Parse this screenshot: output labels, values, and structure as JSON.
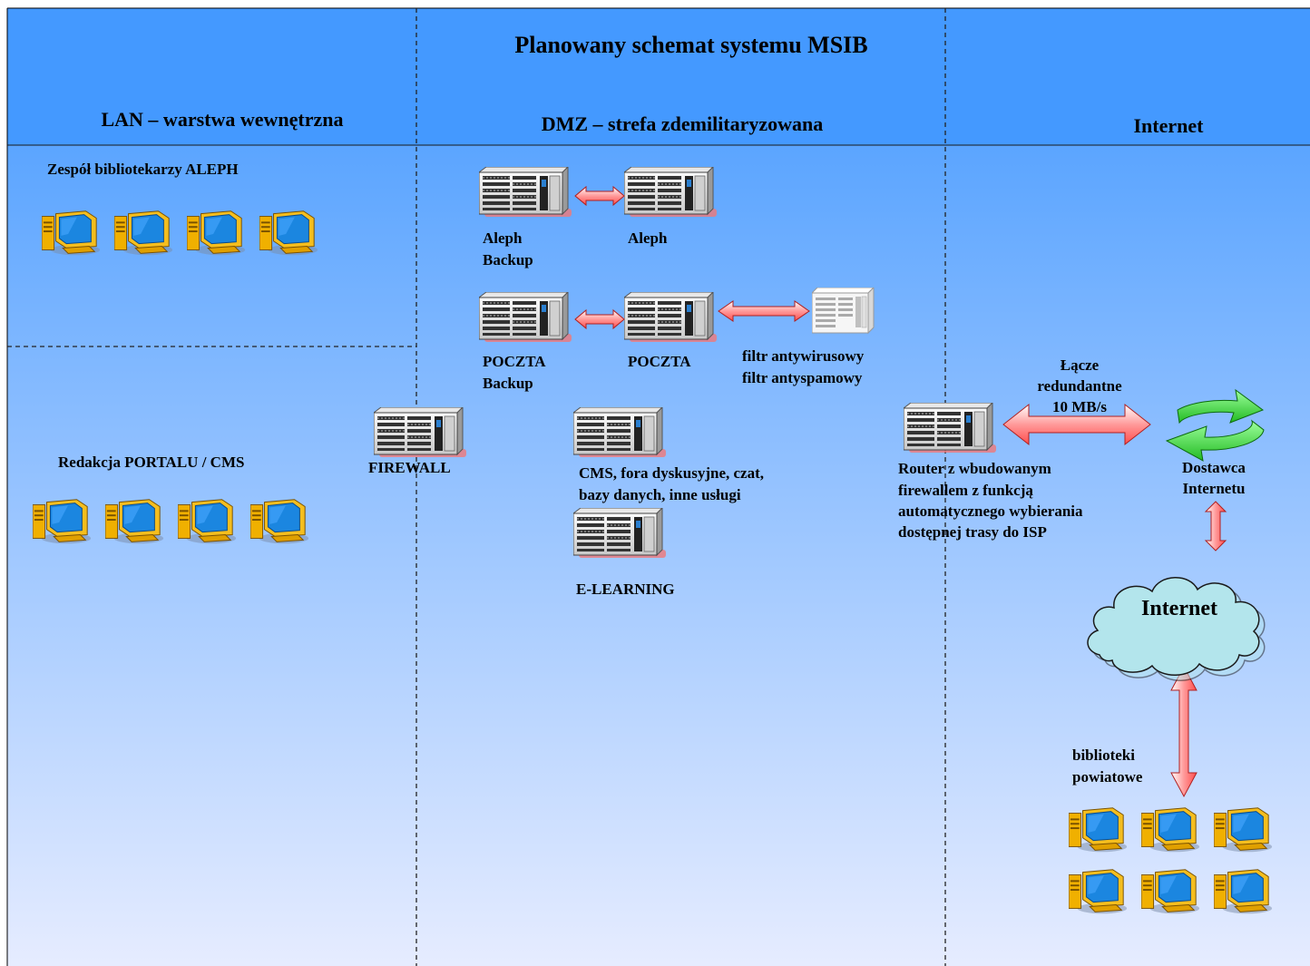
{
  "diagram": {
    "title": "Planowany schemat systemu MSIB",
    "columns": {
      "lan": "LAN – warstwa wewnętrzna",
      "dmz": "DMZ – strefa zdemilitaryzowana",
      "internet": "Internet"
    },
    "groups": {
      "aleph_team": "Zespół bibliotekarzy ALEPH",
      "portal_team": "Redakcja PORTALU / CMS",
      "county_libraries": [
        "biblioteki",
        "powiatowe"
      ]
    },
    "servers": {
      "aleph_backup": [
        "Aleph",
        "Backup"
      ],
      "aleph": "Aleph",
      "poczta_backup": [
        "POCZTA",
        "Backup"
      ],
      "poczta": "POCZTA",
      "filter": [
        "filtr antywirusowy",
        "filtr antyspamowy"
      ],
      "firewall": "FIREWALL",
      "cms": [
        "CMS, fora dyskusyjne, czat,",
        "bazy danych, inne usługi"
      ],
      "elearning": "E-LEARNING",
      "router": [
        "Router z wbudowanym",
        "firewallem z funkcją",
        "automatycznego wybierania",
        "dostępnej trasy do ISP"
      ]
    },
    "link": [
      "Łącze",
      "redundantne",
      "10 MB/s"
    ],
    "isp": [
      "Dostawca",
      "Internetu"
    ],
    "cloud": "Internet"
  },
  "colors": {
    "header_blue": "#4499ff",
    "gradient_bottom": "#e6ecff",
    "arrow_red": "#ff6a6a",
    "isp_green": "#33dd33",
    "cloud_fill": "#b3e5ec",
    "pc_yellow": "#f0b000",
    "pc_screen": "#1b86e0"
  }
}
